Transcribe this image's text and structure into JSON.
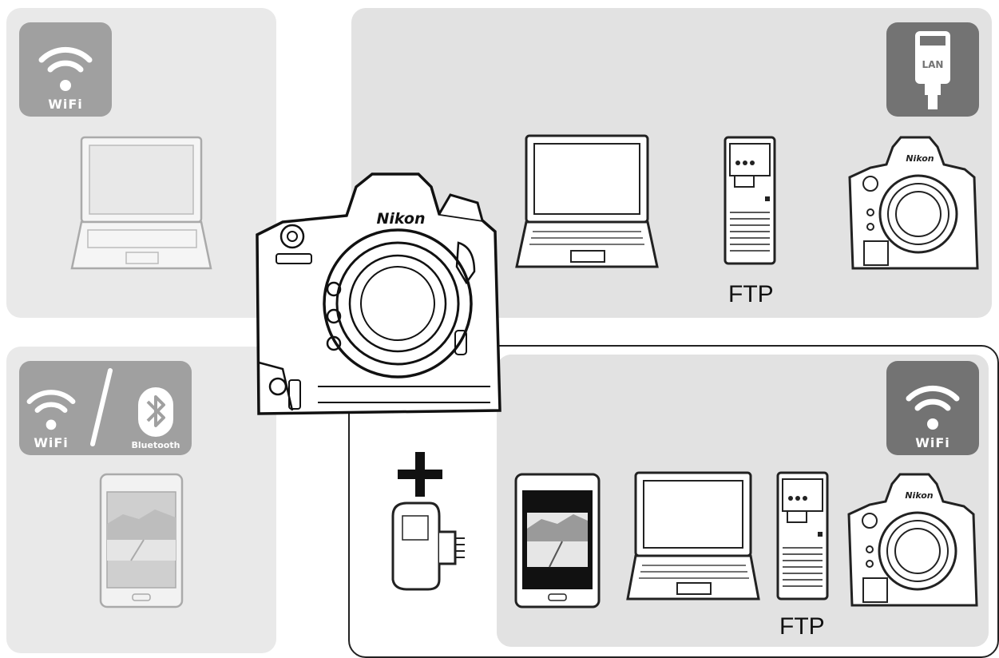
{
  "colors": {
    "panel": "#e2e2e2",
    "panel_faded": "#e9e9e9",
    "badge_dark": "#737373",
    "badge_faded": "#a0a0a0",
    "line": "#222222"
  },
  "badges": {
    "wifi_top_left": {
      "label": "WiFi",
      "icon": "wifi-icon"
    },
    "lan_top_right": {
      "label": "LAN",
      "icon": "lan-cable-icon"
    },
    "wifi_bluetooth": {
      "wifi_label": "WiFi",
      "bt_label": "Bluetooth",
      "icon": "bluetooth-icon"
    },
    "wifi_bottom_right": {
      "label": "WiFi",
      "icon": "wifi-icon"
    }
  },
  "camera": {
    "brand": "Nikon"
  },
  "captions": {
    "ftp_top": "FTP",
    "ftp_bottom": "FTP"
  }
}
